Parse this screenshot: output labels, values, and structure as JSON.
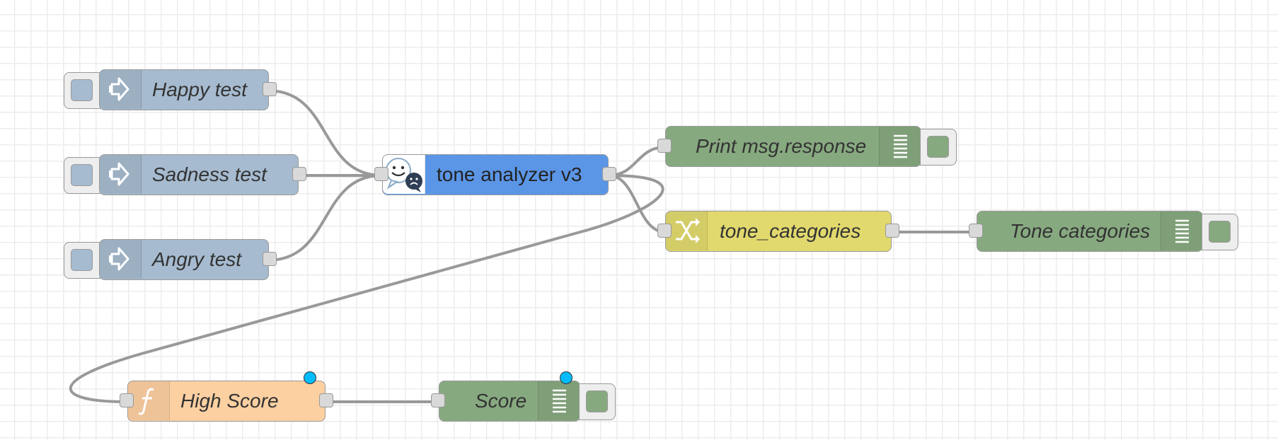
{
  "colors": {
    "inject": "#a6bbcf",
    "tone": "#5b96e6",
    "debug": "#87a980",
    "change": "#e2d96e",
    "function": "#fdd0a2",
    "wire": "#999999",
    "changed_indicator": "#00bcff"
  },
  "nodes": {
    "happy_test": {
      "label": "Happy test",
      "type": "inject",
      "icon": "arrow-in-icon"
    },
    "sadness_test": {
      "label": "Sadness test",
      "type": "inject",
      "icon": "arrow-in-icon"
    },
    "angry_test": {
      "label": "Angry test",
      "type": "inject",
      "icon": "arrow-in-icon"
    },
    "tone_analyzer": {
      "label": "tone analyzer v3",
      "type": "watson-tone-analyzer",
      "icon": "tone-faces-icon"
    },
    "print_response": {
      "label": "Print msg.response",
      "type": "debug",
      "icon": "debug-list-icon"
    },
    "tone_categories": {
      "label": "tone_categories",
      "type": "change",
      "icon": "shuffle-icon"
    },
    "tone_categories_debug": {
      "label": "Tone categories",
      "type": "debug",
      "icon": "debug-list-icon"
    },
    "high_score": {
      "label": "High Score",
      "type": "function",
      "icon": "function-icon",
      "changed": true
    },
    "score": {
      "label": "Score",
      "type": "debug",
      "icon": "debug-list-icon",
      "changed": true
    }
  }
}
